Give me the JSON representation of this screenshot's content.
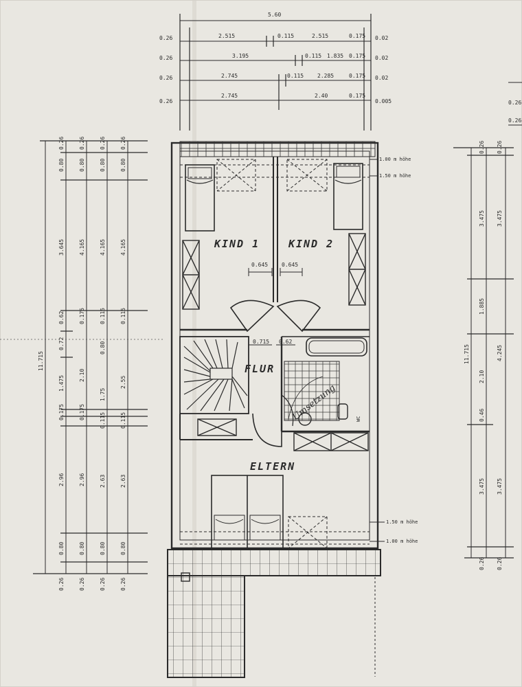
{
  "top_dimensions": {
    "total": "5.60",
    "rows": [
      [
        "0.26",
        "2.515",
        "0.115",
        "2.515",
        "0.175",
        "0.02"
      ],
      [
        "0.26",
        "3.195",
        "0.115",
        "1.835",
        "0.175",
        "0.02"
      ],
      [
        "0.26",
        "2.745",
        "0.115",
        "2.285",
        "0.175",
        "0.02"
      ],
      [
        "0.26",
        "2.745",
        "2.40",
        "0.175",
        "0.005"
      ]
    ]
  },
  "left_dimensions": {
    "total": "11.715",
    "col1": [
      "0.26",
      "0.80",
      "3.645",
      "0.62",
      "0.72",
      "1.475",
      "0.175",
      "2.96",
      "0.80",
      "0.26"
    ],
    "col2": [
      "0.26",
      "0.80",
      "4.165",
      "0.175",
      "2.10",
      "0.175",
      "2.96",
      "0.80",
      "0.26"
    ],
    "col3": [
      "0.26",
      "0.80",
      "4.165",
      "0.115",
      "0.80",
      "1.75",
      "0.115",
      "2.63",
      "0.80",
      "0.26"
    ],
    "col4": [
      "0.26",
      "0.80",
      "4.165",
      "0.115",
      "2.55",
      "0.115",
      "2.63",
      "0.80",
      "0.26"
    ]
  },
  "right_dimensions": {
    "total": "11.715",
    "col1": [
      "0.26",
      "3.475",
      "1.885",
      "2.10",
      "0.46",
      "3.475",
      "0.26"
    ],
    "col2": [
      "0.26",
      "3.475",
      "4.245",
      "3.475",
      "0.26"
    ]
  },
  "far_right_dimensions": [
    "0.26",
    "0.26"
  ],
  "rooms": {
    "kind1": "KIND 1",
    "kind2": "KIND 2",
    "flur": "FLUR",
    "eltern": "ELTERN",
    "handwritten": "Umsetzung"
  },
  "wall_notes": {
    "top_100": "1.00 m höhe",
    "top_150": "1.50 m höhe",
    "bottom_150": "1.50 m höhe",
    "bottom_100": "1.00 m höhe"
  },
  "door_dimensions": {
    "kind1_door": "0.645",
    "kind2_door": "0.645",
    "flur_left": "0.715",
    "flur_right": "0.62"
  },
  "bath_label": "WC"
}
